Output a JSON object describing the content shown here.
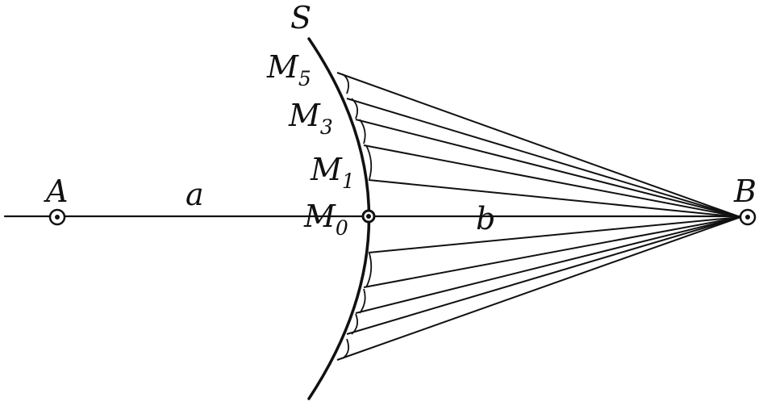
{
  "labels": {
    "surface": "S",
    "source": "A",
    "observer": "B",
    "dist_a": "a",
    "dist_b": "b",
    "m_letter": "M"
  },
  "points": {
    "m5": "5",
    "m3": "3",
    "m1": "1",
    "m0": "0"
  },
  "colors": {
    "stroke": "#111111",
    "background": "#ffffff"
  }
}
